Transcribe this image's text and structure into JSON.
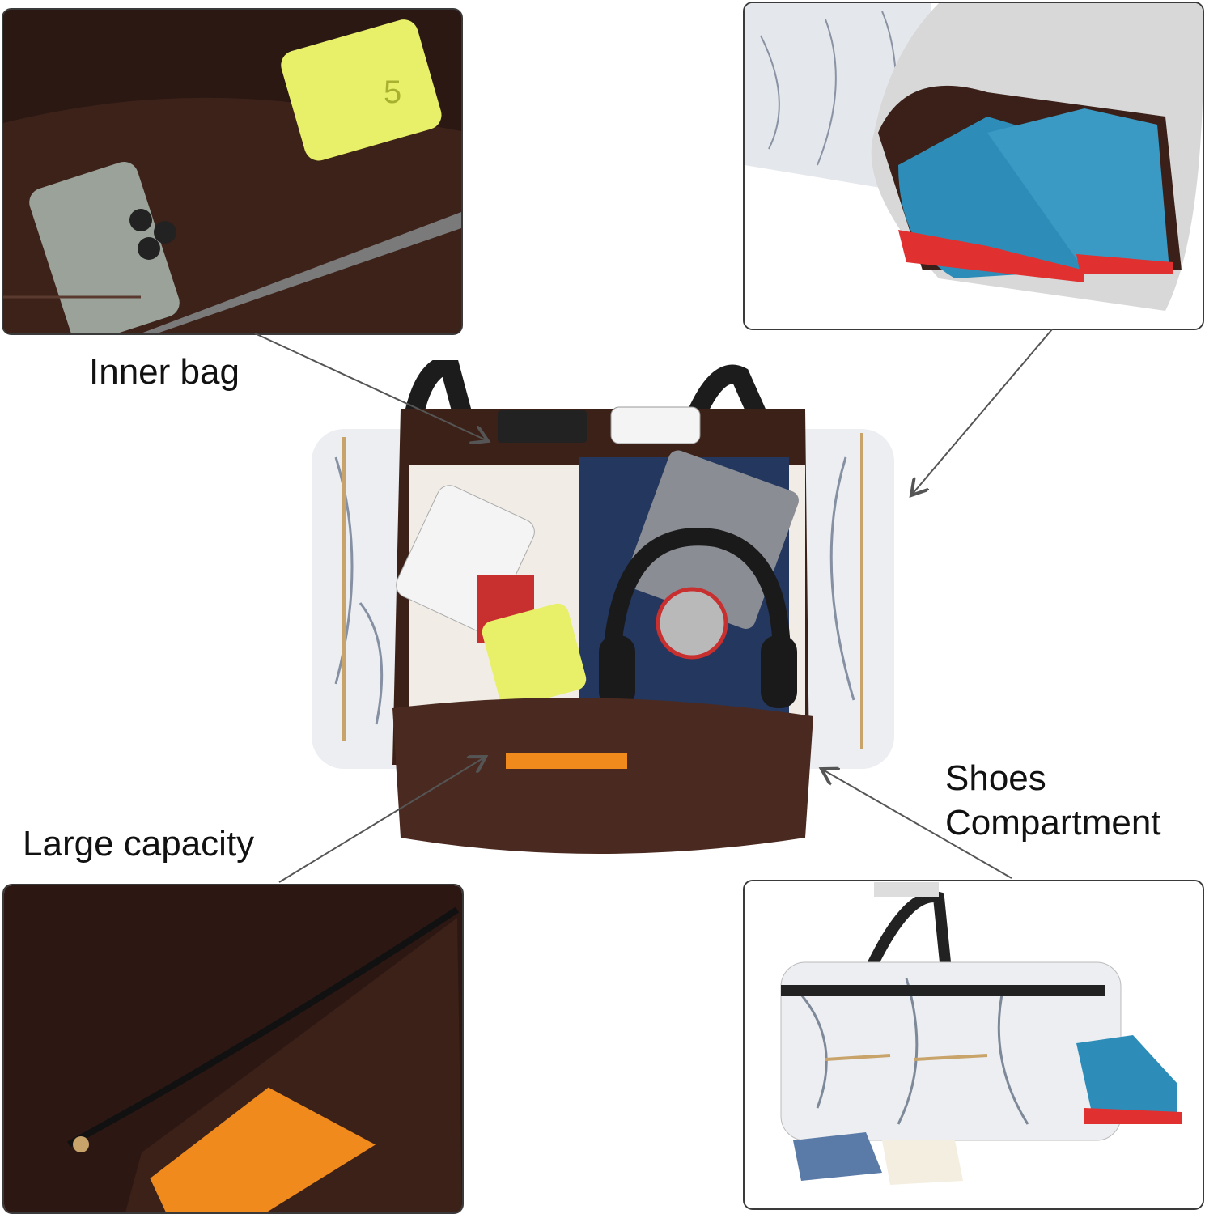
{
  "labels": {
    "inner_bag": "Inner bag",
    "large_capacity": "Large capacity",
    "shoes_line1": "Shoes",
    "shoes_line2": "Compartment"
  },
  "colors": {
    "lining_brown": "#3b2118",
    "bag_brown": "#4a2a20",
    "power_bank_yellow": "#e8f06a",
    "notebook_orange": "#f08a1c",
    "marble_white": "#eef0f3",
    "outline": "#3a3a3a"
  }
}
